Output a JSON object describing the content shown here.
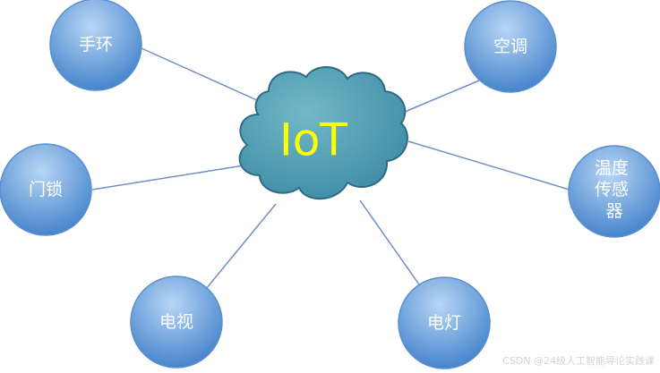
{
  "hub": {
    "label": "IoT",
    "label_color": "#ffff00",
    "fill_light": "#72b8c8",
    "fill_dark": "#3b8aa3",
    "stroke": "#2f6a85"
  },
  "nodes": [
    {
      "id": "bracelet",
      "lines": [
        "手环"
      ]
    },
    {
      "id": "ac",
      "lines": [
        "空调"
      ]
    },
    {
      "id": "door-lock",
      "lines": [
        "门锁"
      ]
    },
    {
      "id": "temp-sensor",
      "lines": [
        "温度",
        "传感",
        "器"
      ]
    },
    {
      "id": "tv",
      "lines": [
        "电视"
      ]
    },
    {
      "id": "lamp",
      "lines": [
        "电灯"
      ]
    }
  ],
  "colors": {
    "node_light": "#b7d6f5",
    "node_dark": "#3f7fc9",
    "node_stroke": "#5b8fd0",
    "connector": "#6f8fc4"
  },
  "watermark": "CSDN @24级人工智能导论实践课"
}
